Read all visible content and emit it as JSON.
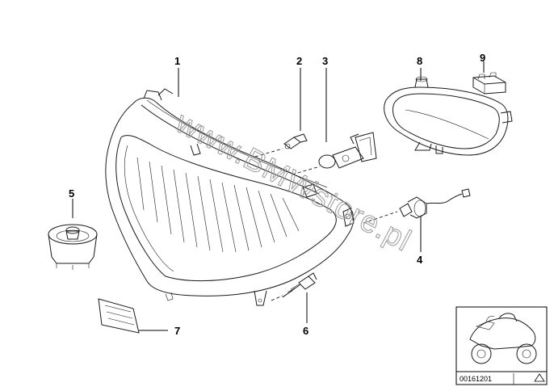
{
  "diagram": {
    "callouts": [
      {
        "id": "1",
        "label": "1"
      },
      {
        "id": "2",
        "label": "2"
      },
      {
        "id": "3",
        "label": "3"
      },
      {
        "id": "4",
        "label": "4"
      },
      {
        "id": "5",
        "label": "5"
      },
      {
        "id": "6",
        "label": "6"
      },
      {
        "id": "7",
        "label": "7"
      },
      {
        "id": "8",
        "label": "8"
      },
      {
        "id": "9",
        "label": "9"
      }
    ],
    "watermark": "www.BMWstore.pl",
    "reference_number": "00161201"
  }
}
